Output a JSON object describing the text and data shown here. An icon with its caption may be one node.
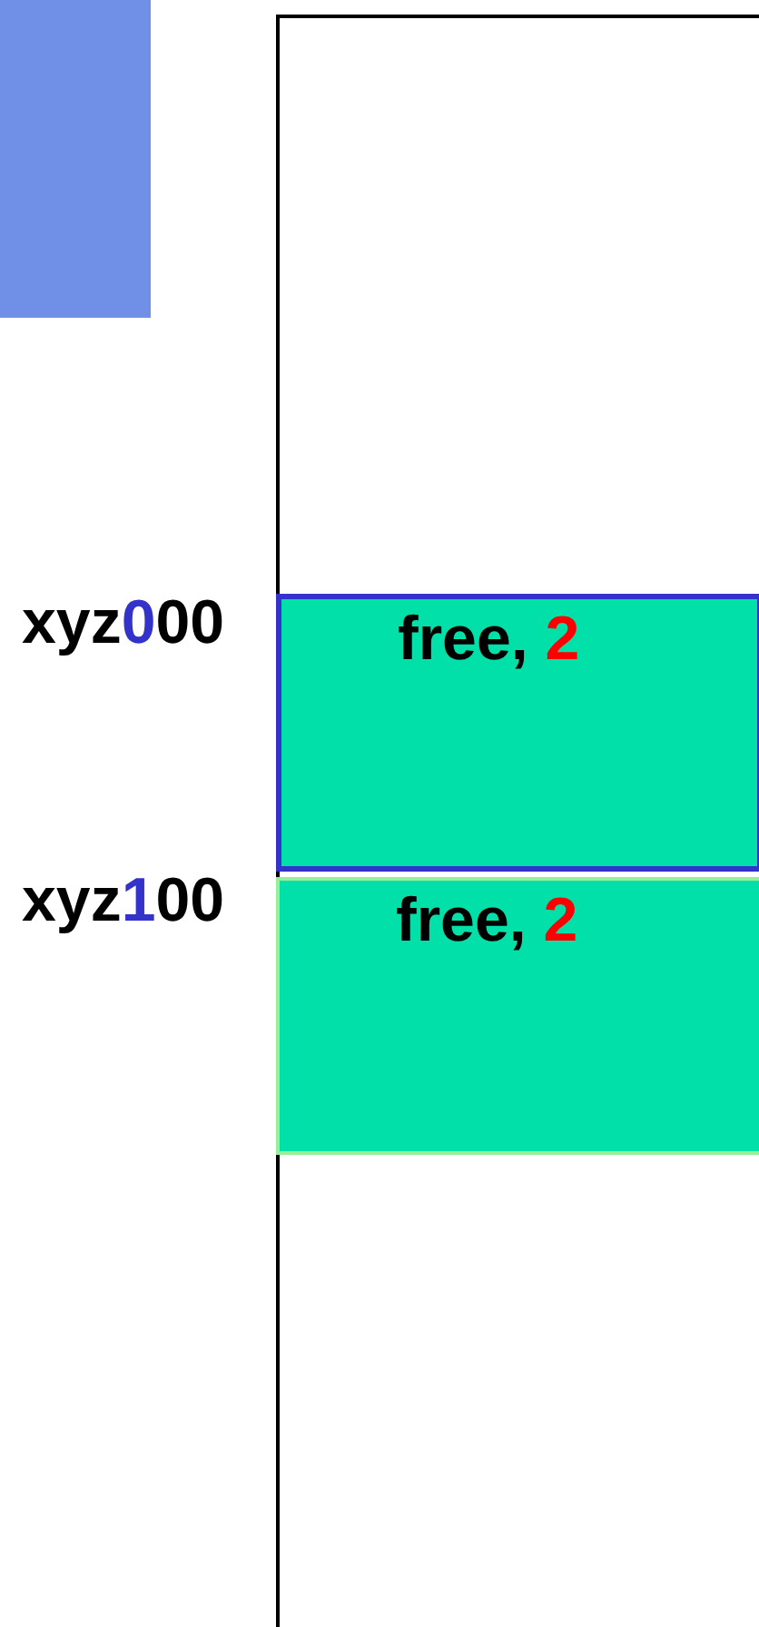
{
  "diagram": {
    "nodes": [
      {
        "text": [],
        "shape": "box"
      },
      {
        "text": [],
        "shape": "bar"
      },
      {
        "text": [
          "free, 2"
        ],
        "in": 1,
        "beside": [
          "xyz000"
        ]
      },
      {
        "text": [
          "free, 2"
        ],
        "in": 1,
        "beside": [
          "xyz100"
        ]
      }
    ]
  }
}
